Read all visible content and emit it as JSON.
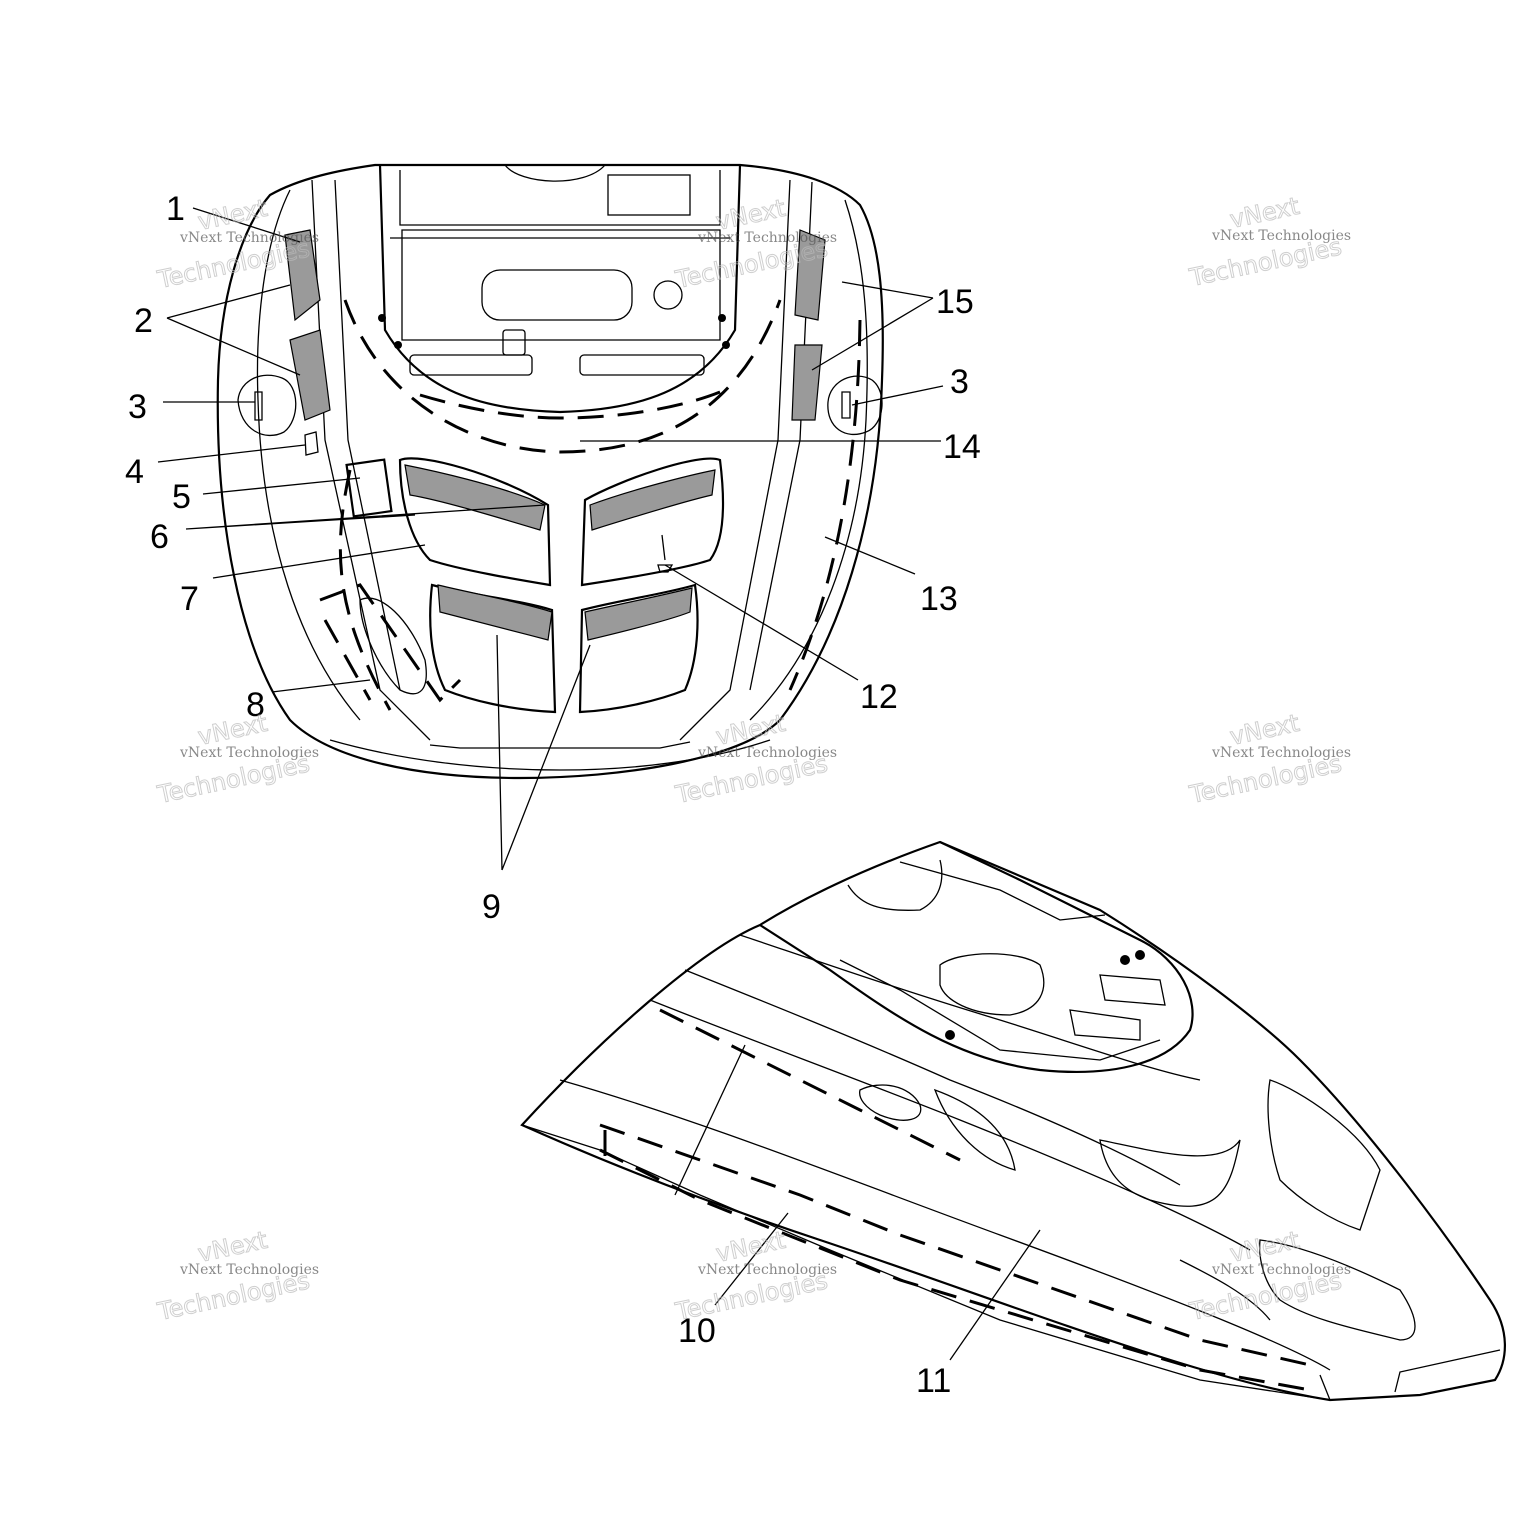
{
  "callouts": [
    {
      "id": "c1",
      "text": "1"
    },
    {
      "id": "c2",
      "text": "2"
    },
    {
      "id": "c3a",
      "text": "3"
    },
    {
      "id": "c3b",
      "text": "3"
    },
    {
      "id": "c4",
      "text": "4"
    },
    {
      "id": "c5",
      "text": "5"
    },
    {
      "id": "c6",
      "text": "6"
    },
    {
      "id": "c7",
      "text": "7"
    },
    {
      "id": "c8",
      "text": "8"
    },
    {
      "id": "c9",
      "text": "9"
    },
    {
      "id": "c10",
      "text": "10"
    },
    {
      "id": "c11",
      "text": "11"
    },
    {
      "id": "c12",
      "text": "12"
    },
    {
      "id": "c13",
      "text": "13"
    },
    {
      "id": "c14",
      "text": "14"
    },
    {
      "id": "c15",
      "text": "15"
    }
  ],
  "watermark": {
    "brand": "vNext",
    "small": "vNext Technologies",
    "big": "Technologies"
  }
}
